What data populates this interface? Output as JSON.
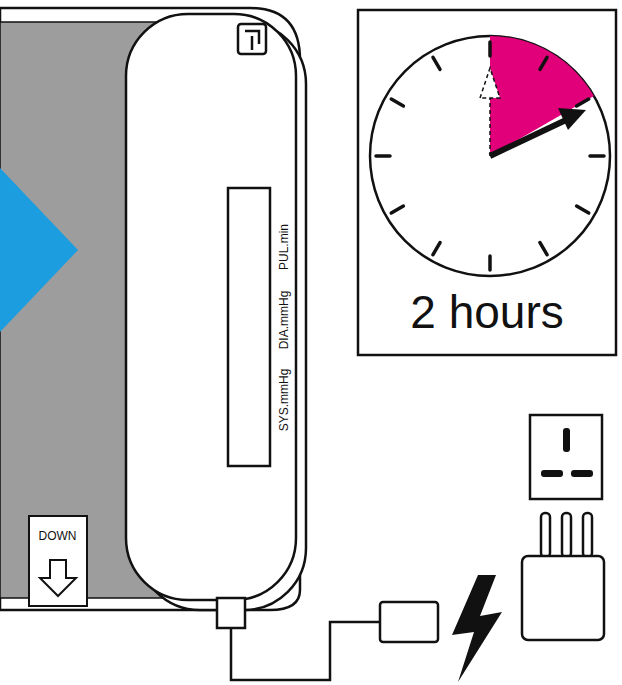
{
  "diagram": {
    "nodes": [
      {
        "text": [
          "PUL.min",
          "DIA.mmHg",
          "SYS.mmHg"
        ]
      },
      {
        "text": [
          "2 hours"
        ]
      },
      {
        "text": [
          "DOWN"
        ]
      }
    ]
  }
}
